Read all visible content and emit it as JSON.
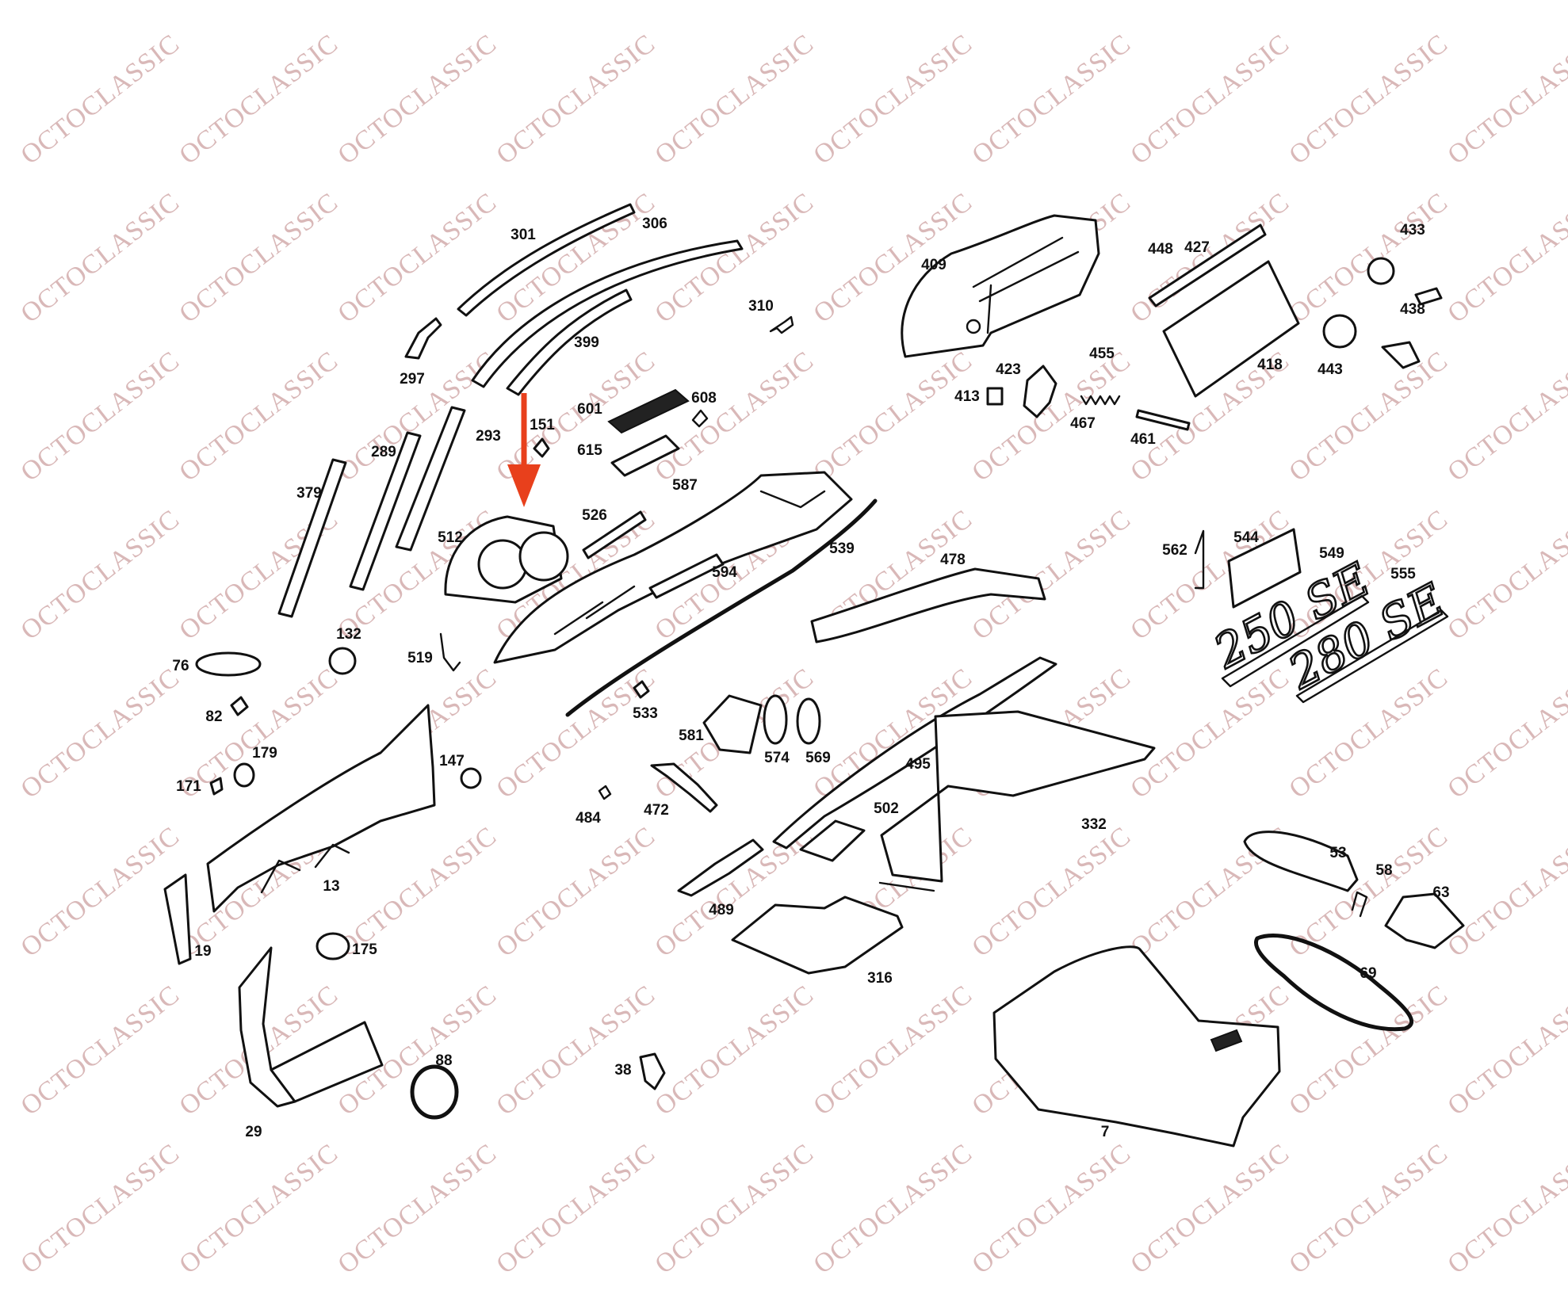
{
  "watermark": {
    "text": "OCTOCLASSIC",
    "color": "#d9b8b8"
  },
  "highlight_arrow": {
    "color": "#e8401c",
    "target_part": "512"
  },
  "badges": [
    "250 SE",
    "280 SE"
  ],
  "parts": [
    "301",
    "306",
    "297",
    "399",
    "310",
    "409",
    "448",
    "427",
    "433",
    "438",
    "455",
    "423",
    "413",
    "467",
    "461",
    "418",
    "443",
    "601",
    "608",
    "151",
    "615",
    "293",
    "289",
    "379",
    "587",
    "526",
    "512",
    "594",
    "539",
    "478",
    "562",
    "544",
    "549",
    "555",
    "132",
    "76",
    "519",
    "533",
    "82",
    "581",
    "574",
    "569",
    "179",
    "147",
    "171",
    "495",
    "484",
    "472",
    "502",
    "332",
    "13",
    "53",
    "58",
    "63",
    "19",
    "175",
    "489",
    "316",
    "69",
    "88",
    "38",
    "29",
    "7"
  ]
}
